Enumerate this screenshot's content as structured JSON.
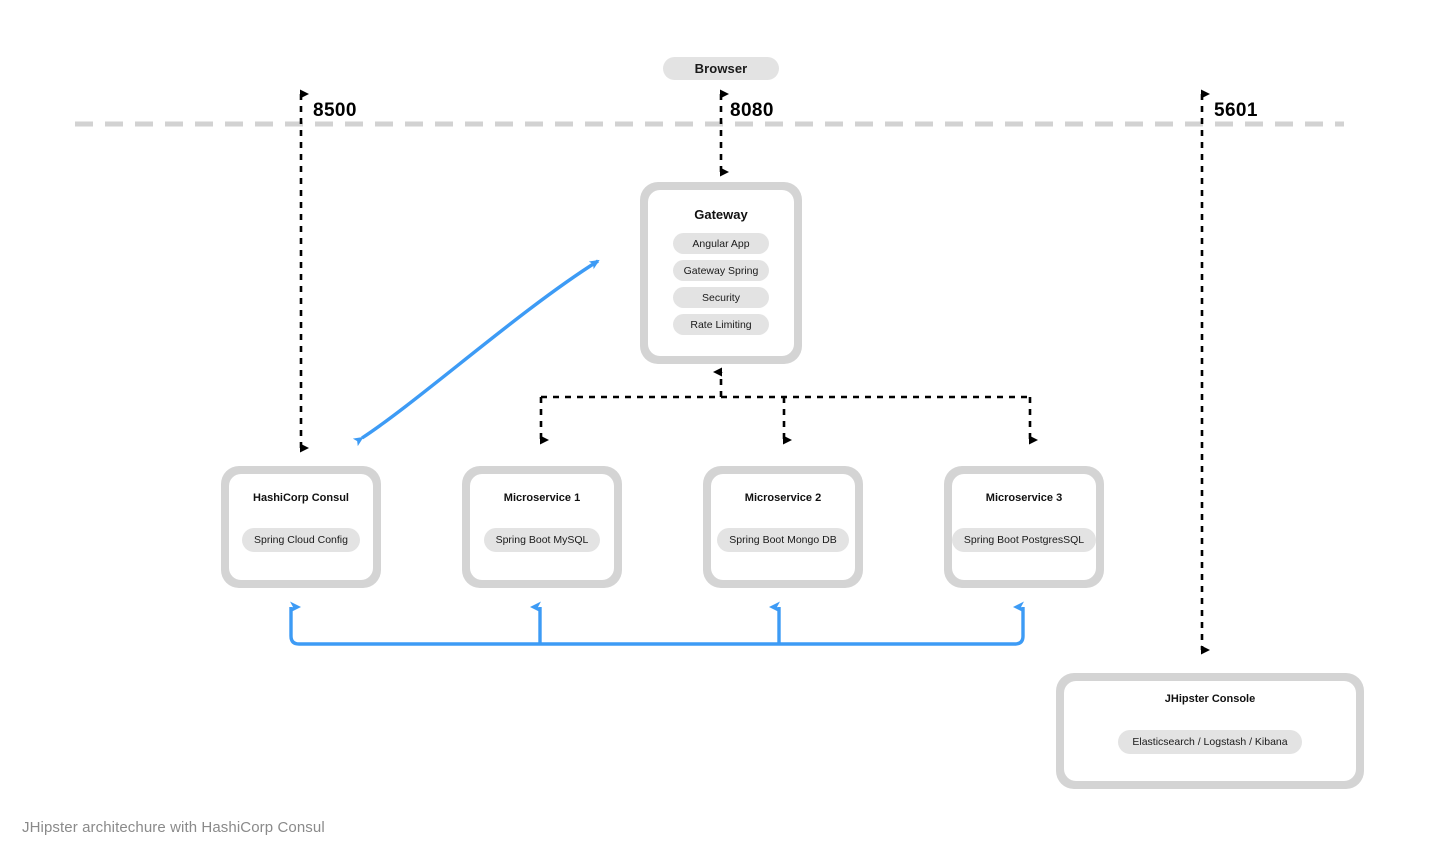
{
  "diagram": {
    "caption": "JHipster architechure with HashiCorp Consul",
    "colors": {
      "accent_blue": "#3d9bf5",
      "frame_gray": "#d4d4d4",
      "pill_gray": "#e3e3e3",
      "divider_gray": "#d2d2d2",
      "dashed_black": "#000000",
      "caption_gray": "#8a8a8a"
    }
  },
  "client": {
    "browser_label": "Browser"
  },
  "ports": [
    {
      "value": "8500",
      "name": "consul-port"
    },
    {
      "value": "8080",
      "name": "gateway-port"
    },
    {
      "value": "5601",
      "name": "kibana-port"
    }
  ],
  "gateway": {
    "title": "Gateway",
    "components": [
      "Angular App",
      "Gateway Spring",
      "Security",
      "Rate Limiting"
    ]
  },
  "services": [
    {
      "title": "HashiCorp Consul",
      "component": "Spring Cloud Config"
    },
    {
      "title": "Microservice 1",
      "component": "Spring Boot MySQL"
    },
    {
      "title": "Microservice 2",
      "component": "Spring Boot Mongo DB"
    },
    {
      "title": "Microservice 3",
      "component": "Spring Boot PostgresSQL"
    }
  ],
  "console": {
    "title": "JHipster Console",
    "component": "Elasticsearch / Logstash / Kibana"
  }
}
